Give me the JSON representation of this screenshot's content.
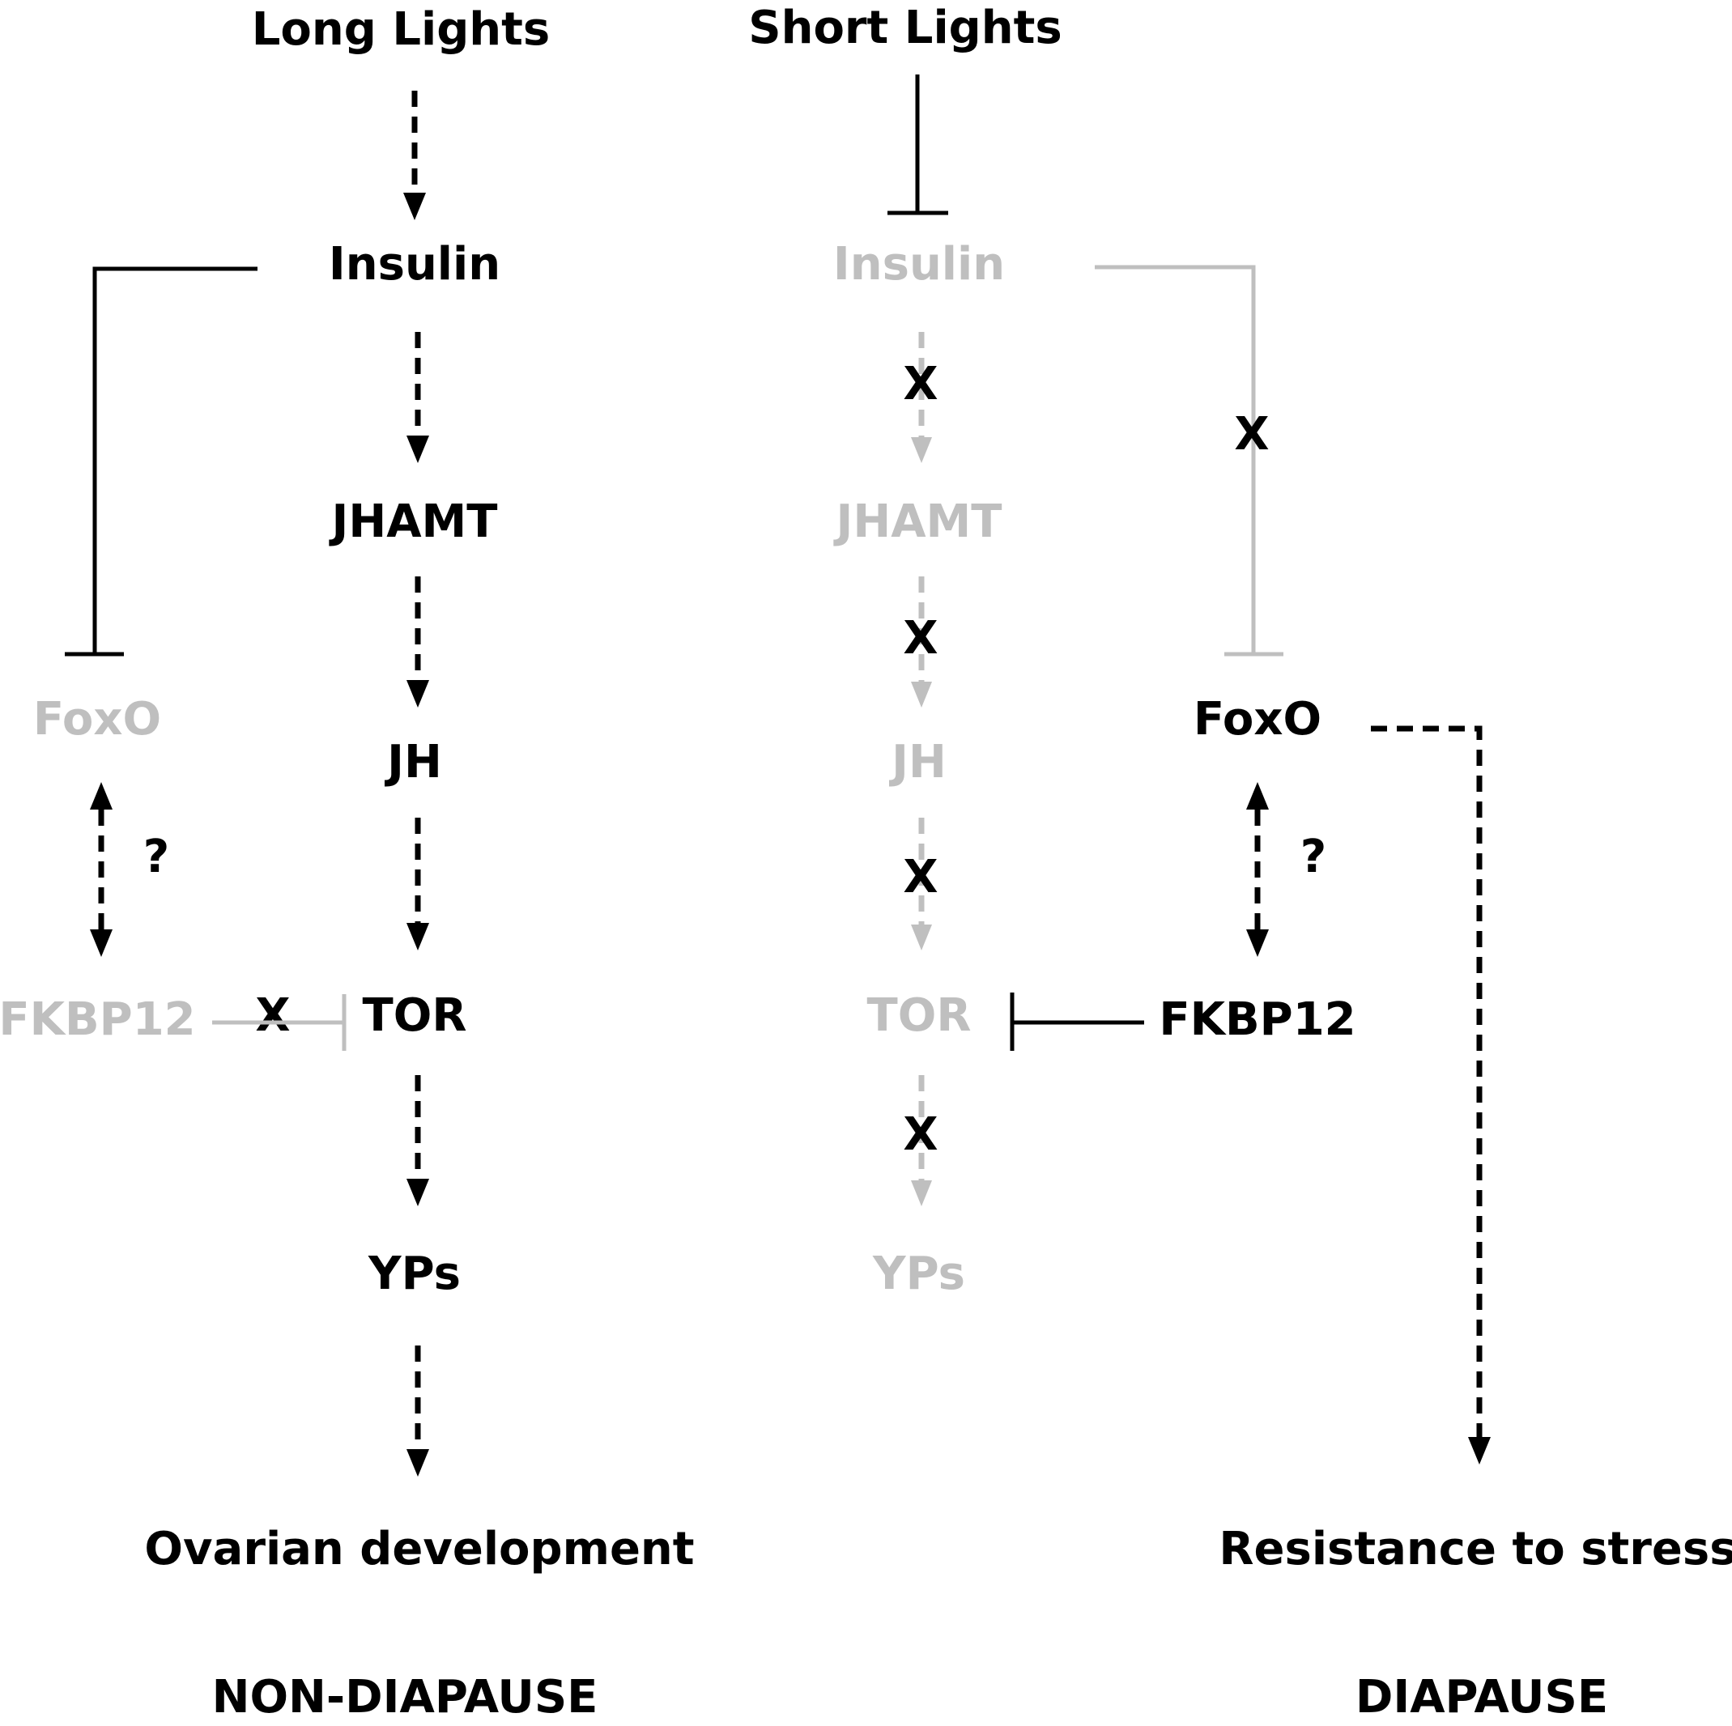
{
  "colors": {
    "active": "#000000",
    "inactive": "#bfbfbf"
  },
  "non_diapause": {
    "input": "Long Lights",
    "insulin": "Insulin",
    "jhamt": "JHAMT",
    "jh": "JH",
    "tor": "TOR",
    "yps": "YPs",
    "foxo": "FoxO",
    "fkbp12": "FKBP12",
    "outcome": "Ovarian development",
    "state": "NON-DIAPAUSE",
    "question": "?",
    "block_mark": "X"
  },
  "diapause": {
    "input": "Short Lights",
    "insulin": "Insulin",
    "jhamt": "JHAMT",
    "jh": "JH",
    "tor": "TOR",
    "yps": "YPs",
    "foxo": "FoxO",
    "fkbp12": "FKBP12",
    "outcome": "Resistance to stress",
    "state": "DIAPAUSE",
    "question": "?",
    "block_mark": "X"
  }
}
